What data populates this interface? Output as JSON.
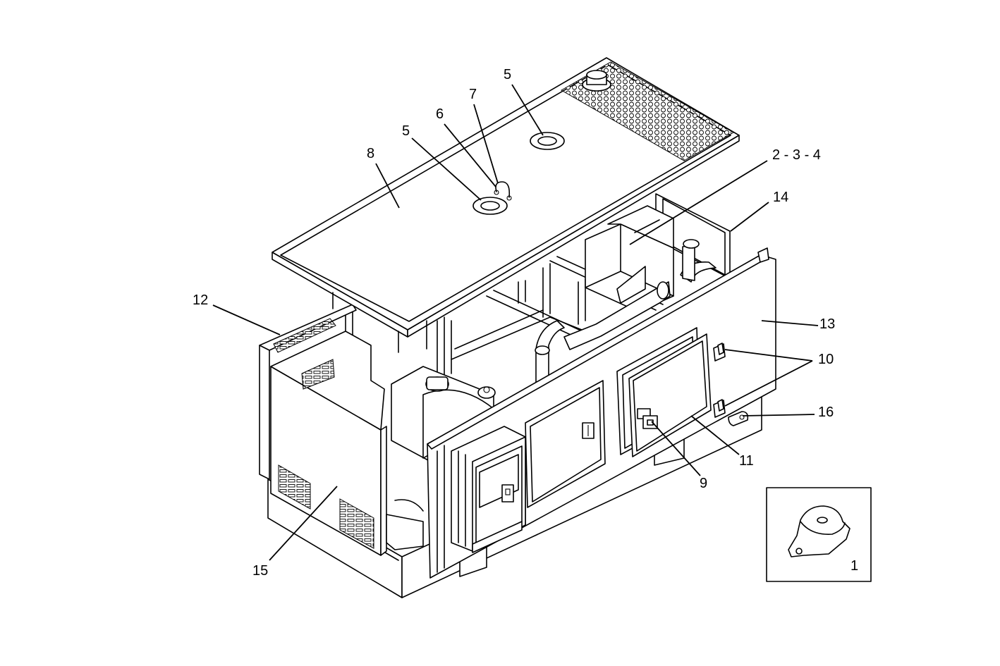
{
  "diagram": {
    "callouts": [
      {
        "id": "c8",
        "text": "8"
      },
      {
        "id": "c5a",
        "text": "5"
      },
      {
        "id": "c6",
        "text": "6"
      },
      {
        "id": "c7",
        "text": "7"
      },
      {
        "id": "c5b",
        "text": "5"
      },
      {
        "id": "c234",
        "text": "2 - 3 - 4"
      },
      {
        "id": "c14",
        "text": "14"
      },
      {
        "id": "c12",
        "text": "12"
      },
      {
        "id": "c13",
        "text": "13"
      },
      {
        "id": "c10",
        "text": "10"
      },
      {
        "id": "c16",
        "text": "16"
      },
      {
        "id": "c11",
        "text": "11"
      },
      {
        "id": "c9",
        "text": "9"
      },
      {
        "id": "c15",
        "text": "15"
      },
      {
        "id": "c1",
        "text": "1"
      }
    ],
    "colors": {
      "line": "#000000",
      "background": "#ffffff"
    }
  }
}
